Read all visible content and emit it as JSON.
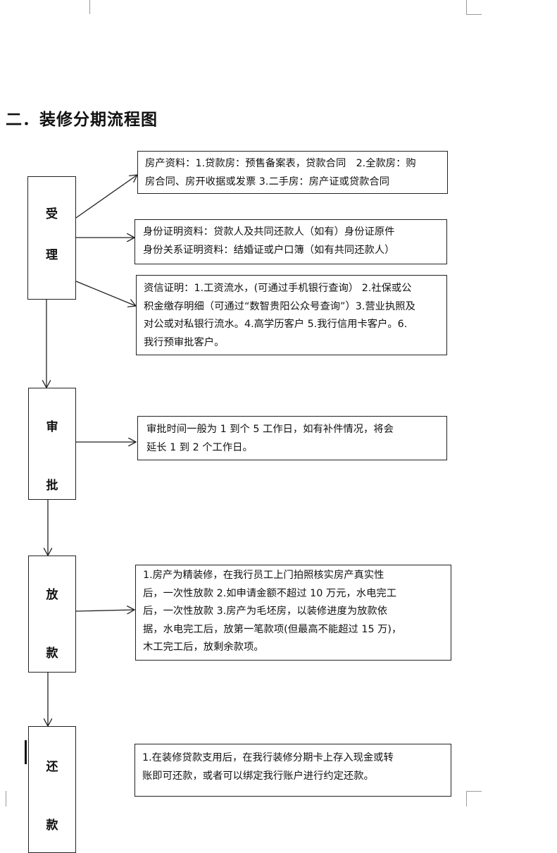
{
  "title": "二．装修分期流程图",
  "stages": [
    {
      "id": "accept",
      "chars": [
        "受",
        "理"
      ]
    },
    {
      "id": "approve",
      "chars": [
        "审",
        "批"
      ]
    },
    {
      "id": "disburse",
      "chars": [
        "放",
        "款"
      ]
    },
    {
      "id": "repay",
      "chars": [
        "还",
        "款"
      ]
    }
  ],
  "info_boxes": {
    "property_docs": [
      "房产资料：1.贷款房：预售备案表，贷款合同　2.全款房：购",
      "房合同、房开收据或发票  3.二手房：房产证或贷款合同"
    ],
    "identity_docs": [
      "身份证明资料：贷款人及共同还款人（如有）身份证原件",
      "身份关系证明资料：结婚证或户口簿（如有共同还款人）"
    ],
    "credit_docs": [
      "资信证明：1.工资流水，(可通过手机银行查询）  2.社保或公",
      "积金缴存明细（可通过“数智贵阳公众号查询”）3.营业执照及",
      "对公或对私银行流水。4.高学历客户 5.我行信用卡客户。6.",
      "我行预审批客户。"
    ],
    "approval_time": [
      "审批时间一般为 1 到个 5 工作日，如有补件情况，将会",
      "延长 1 到 2 个工作日。"
    ],
    "disbursement_rules": [
      "1.房产为精装修，在我行员工上门拍照核实房产真实性",
      "后，一次性放款 2.如申请金额不超过 10 万元，水电完工",
      "后，一次性放款 3.房产为毛坯房，以装修进度为放款依",
      "据，水电完工后，放第一笔款项(但最高不能超过 15 万)，",
      "木工完工后，放剩余款项。"
    ],
    "repayment_rules": [
      "1.在装修贷款支用后，在我行装修分期卡上存入现金或转",
      "账即可还款，或者可以绑定我行账户进行约定还款。"
    ]
  }
}
